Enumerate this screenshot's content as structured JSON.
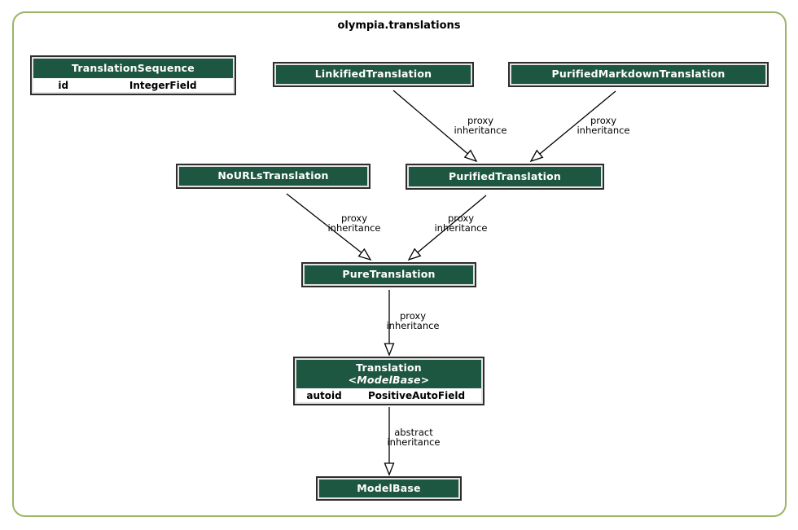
{
  "title": "olympia.translations",
  "colors": {
    "header_green": "#1e5741",
    "frame": "#9db365",
    "node_border": "#2d2d2d"
  },
  "nodes": [
    {
      "id": "translation-sequence",
      "label": "TranslationSequence",
      "fields": [
        {
          "name": "id",
          "type": "IntegerField"
        }
      ]
    },
    {
      "id": "linkified-translation",
      "label": "LinkifiedTranslation"
    },
    {
      "id": "purified-markdown-translation",
      "label": "PurifiedMarkdownTranslation"
    },
    {
      "id": "nourls-translation",
      "label": "NoURLsTranslation"
    },
    {
      "id": "purified-translation",
      "label": "PurifiedTranslation"
    },
    {
      "id": "pure-translation",
      "label": "PureTranslation"
    },
    {
      "id": "translation",
      "label": "Translation",
      "sublabel": "<ModelBase>",
      "fields": [
        {
          "name": "autoid",
          "type": "PositiveAutoField"
        }
      ]
    },
    {
      "id": "model-base",
      "label": "ModelBase"
    }
  ],
  "edges": [
    {
      "from": "LinkifiedTranslation",
      "to": "PurifiedTranslation",
      "label": "proxy\ninheritance"
    },
    {
      "from": "PurifiedMarkdownTranslation",
      "to": "PurifiedTranslation",
      "label": "proxy\ninheritance"
    },
    {
      "from": "NoURLsTranslation",
      "to": "PureTranslation",
      "label": "proxy\ninheritance"
    },
    {
      "from": "PurifiedTranslation",
      "to": "PureTranslation",
      "label": "proxy\ninheritance"
    },
    {
      "from": "PureTranslation",
      "to": "Translation",
      "label": "proxy\ninheritance"
    },
    {
      "from": "Translation",
      "to": "ModelBase",
      "label": "abstract\ninheritance"
    }
  ]
}
